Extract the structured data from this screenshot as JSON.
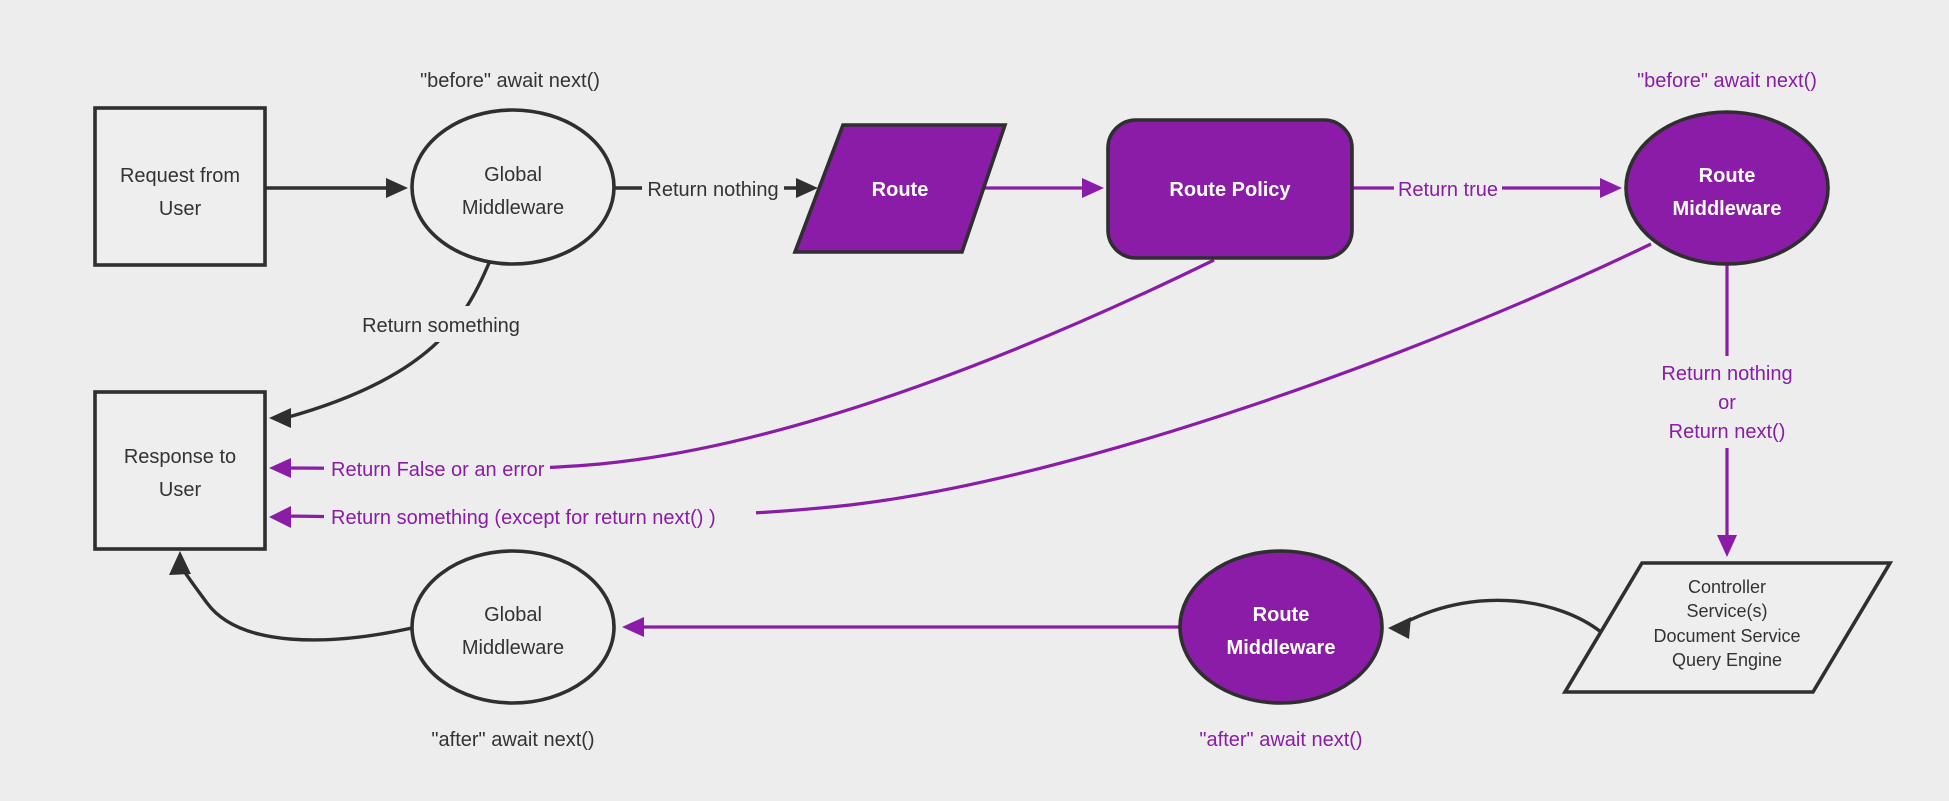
{
  "colors": {
    "background": "#ededee",
    "node_fill": "#eeeeee",
    "stroke_dark": "#2f2f2f",
    "text_dark": "#333333",
    "purple": "#8a1ca8",
    "text_on_purple": "#ffffff"
  },
  "nodes": {
    "request": {
      "line1": "Request from",
      "line2": "User"
    },
    "global_top": {
      "line1": "Global",
      "line2": "Middleware"
    },
    "route": {
      "label": "Route"
    },
    "route_policy": {
      "label": "Route Policy"
    },
    "route_mw_top": {
      "line1": "Route",
      "line2": "Middleware"
    },
    "controller": {
      "line1": "Controller",
      "line2": "Service(s)",
      "line3": "Document Service",
      "line4": "Query Engine"
    },
    "route_mw_bottom": {
      "line1": "Route",
      "line2": "Middleware"
    },
    "global_bottom": {
      "line1": "Global",
      "line2": "Middleware"
    },
    "response": {
      "line1": "Response to",
      "line2": "User"
    }
  },
  "labels": {
    "before_global": "\"before\" await next()",
    "before_route": "\"before\" await next()",
    "return_nothing": "Return nothing",
    "return_true": "Return true",
    "return_something": "Return something",
    "return_false": "Return False or an error",
    "return_something_except": "Return something (except for return next() )",
    "return_nothing2": "Return nothing",
    "or": "or",
    "return_next": "Return next()",
    "after_route": "\"after\" await next()",
    "after_global": "\"after\" await next()"
  }
}
